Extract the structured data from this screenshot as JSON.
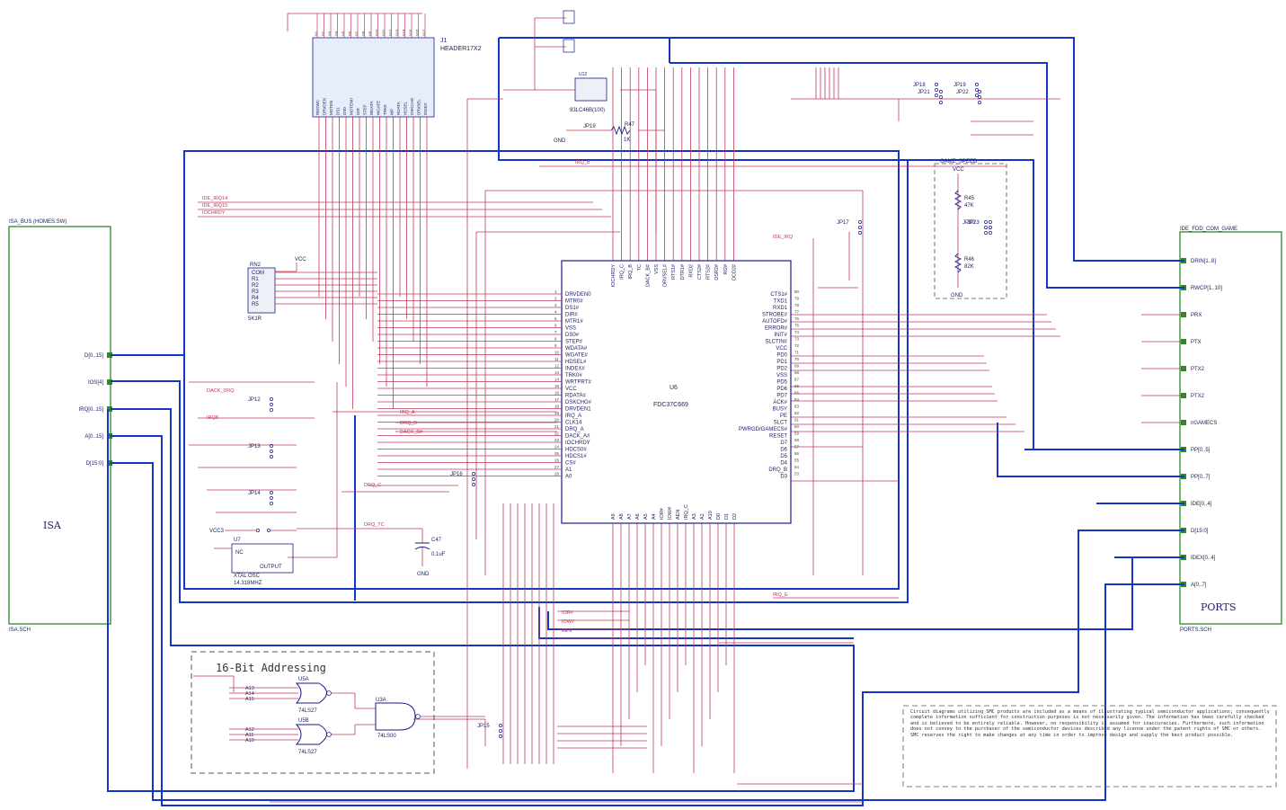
{
  "colors": {
    "bus": "#1535c8",
    "wire": "#c0385a",
    "block": "#2a8a2a",
    "part": "#1a1a8a",
    "text": "#222266"
  },
  "isa_block": {
    "header": "ISA_BUS (HOMES.SW)",
    "title": "ISA",
    "footer": "ISA.SCH",
    "ports": [
      "D[0..15]",
      "IOS[4]",
      "IRQ[0..15]",
      "A[0..15]",
      "D[15:0]"
    ]
  },
  "ports_block": {
    "header": "IDE_FDD_COM_GAME",
    "title": "PORTS",
    "footer": "PORTS.SCH",
    "ports": [
      "DRIN[1..8]",
      "RWCP[1..10]",
      "PRX",
      "PTX",
      "PTX2",
      "PTX2",
      "nGAMECS",
      "PP[0..5]",
      "PP[0..7]",
      "IDE[0..4]",
      "D[15:0]",
      "IDEX[0..4]",
      "A[0..7]"
    ]
  },
  "chip": {
    "ref": "U6",
    "part": "FDC37C669",
    "left_pins": [
      "DRVDEN0",
      "MTR0#",
      "DS1#",
      "DIR#",
      "MTR1#",
      "VSS",
      "DS0#",
      "STEP#",
      "WDATA#",
      "WGATE#",
      "HDSEL#",
      "INDEX#",
      "TRK0#",
      "WRTPRT#",
      "VCC",
      "RDATA#",
      "DSKCHG#",
      "DRVDEN1",
      "IRQ_A",
      "CLK14",
      "DRQ_A",
      "DACK_A#",
      "IOCHRDY",
      "HDCS0#",
      "HDCS1#",
      "CS#",
      "A1",
      "A0"
    ],
    "right_pins": [
      "CTS1#",
      "TXD1",
      "RXD1",
      "STROBE#",
      "AUTOFD#",
      "ERROR#",
      "INIT#",
      "SLCTIN#",
      "VCC",
      "PD0",
      "PD1",
      "PD2",
      "VSS",
      "PD5",
      "PD6",
      "PD7",
      "ACK#",
      "BUSY",
      "PE",
      "SLCT",
      "PWRGD/GAMECS#",
      "RESET",
      "D7",
      "D6",
      "D5",
      "D4",
      "DRQ_B",
      "D3"
    ],
    "top_pins": [
      "IOCHRDY",
      "IRQ_C",
      "IRQ_B",
      "TC",
      "DACK_B#",
      "VSS",
      "DRVSEL#",
      "RTS1#",
      "DTR1#",
      "RXD2",
      "CTS2#",
      "RTS2#",
      "DSR2#",
      "RI2#",
      "DCD2#"
    ],
    "bottom_pins": [
      "A9",
      "A8",
      "A7",
      "A6",
      "A5",
      "A4",
      "IOR#",
      "IOW#",
      "AEN",
      "IRQ_C",
      "A3",
      "A2",
      "A10",
      "D0",
      "D1",
      "D2"
    ]
  },
  "header_j1": {
    "ref": "J1",
    "part": "HEADER17X2",
    "top_labels": [
      "N1",
      "N2",
      "N3",
      "N4",
      "N5",
      "N6",
      "N7",
      "N8",
      "N9",
      "N10",
      "N11",
      "N12",
      "N13",
      "N14",
      "N15",
      "N16",
      "N17"
    ],
    "body_labels": [
      "REDWC",
      "DRVDEN",
      "MOTEN",
      "DS1",
      "DS0",
      "MOTEN0",
      "DIR",
      "STEP",
      "WDATA",
      "WGATE",
      "TRK0",
      "WP",
      "RDATA",
      "HDSEL",
      "DSKCHG",
      "DRVSEL",
      "INDEX"
    ]
  },
  "rn": {
    "ref": "RN2",
    "value": "5K1R",
    "pins": [
      "COM",
      "R1",
      "R2",
      "R3",
      "R4",
      "R5"
    ],
    "vcc": "VCC"
  },
  "jumpers": [
    "JP12",
    "JP13",
    "JP14",
    "JP15",
    "JP16",
    "JP17",
    "JP18",
    "JP19",
    "JP20",
    "JP21",
    "JP22",
    "JP23"
  ],
  "xtal": {
    "ref": "U7",
    "part": "XTAL OSC",
    "freq": "14.318MHZ",
    "nc": "NC",
    "out": "OUTPUT",
    "vcc": "VCC3",
    "cap_ref": "C47",
    "cap_val": "0.1uF",
    "gnd": "GND"
  },
  "addressing": {
    "title": "16-Bit Addressing",
    "gate1": "U5A",
    "gate2": "U5B",
    "gate1_part": "74LS27",
    "gate2_part": "74LS27",
    "gate3": "U3A",
    "gate3_part": "74LS00",
    "inputs": [
      "A13",
      "A14",
      "A15",
      "A12",
      "A11",
      "A10"
    ]
  },
  "game_speed": {
    "title": "GAME_SPEED",
    "r1": "R45",
    "r1v": "47K",
    "r2": "R46",
    "r2v": "82K",
    "vcc": "VCC",
    "gnd": "GND"
  },
  "eeprom": {
    "part": "93LC46B(100)",
    "ref": "U12",
    "r": "R47",
    "rv": "1K",
    "jp": "JP19",
    "gnd": "GND"
  },
  "net_labels": [
    "IRQ_A",
    "DRQ_B",
    "DACK_B#",
    "DRQ_C",
    "IDE_IRQ14",
    "IDE_IRQ15",
    "IOCHRDY",
    "DACK_DRQ",
    "IRQ8",
    "DRQ_TC",
    "IRQ_B",
    "IDE_IRQ",
    "IOR#",
    "IOW#",
    "AEN",
    "IRQ_E"
  ],
  "disclaimer": "Circuit diagrams utilizing SMC products are included as a means of illustrating typical semiconductor applications; consequently complete information sufficient for construction purposes is not necessarily given. The information has been carefully checked and is believed to be entirely reliable. However, no responsibility is assumed for inaccuracies. Furthermore, such information does not convey to the purchaser of the semiconductor devices described any license under the patent rights of SMC or others. SMC reserves the right to make changes at any time in order to improve design and supply the best product possible."
}
